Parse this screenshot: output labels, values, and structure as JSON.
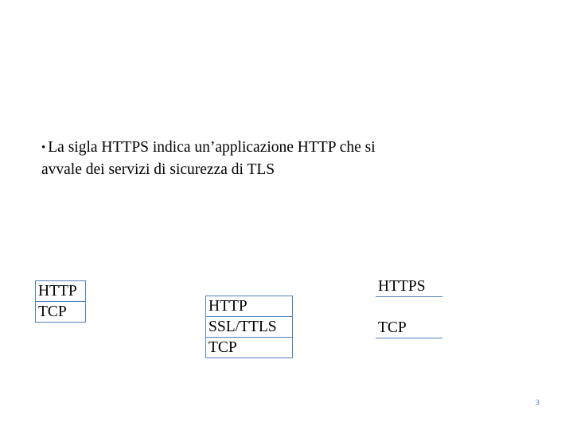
{
  "slide": {
    "bullet": {
      "marker": "•",
      "line1": "La sigla HTTPS indica un’applicazione HTTP che si",
      "line2": "avvale dei servizi di sicurezza di TLS"
    },
    "diagram": {
      "stack_left": {
        "rows": [
          "HTTP",
          "TCP"
        ]
      },
      "stack_middle": {
        "rows": [
          "HTTP",
          "SSL/TTLS",
          "TCP"
        ]
      },
      "stack_right": {
        "rows": [
          "HTTPS",
          "TCP"
        ]
      }
    },
    "page_number": "3",
    "colors": {
      "border": "#4f81bd",
      "text": "#000000",
      "background": "#ffffff"
    }
  }
}
